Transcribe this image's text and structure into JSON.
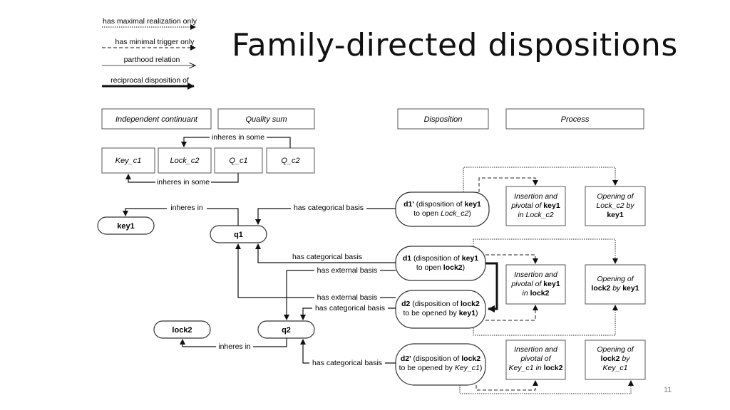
{
  "title": "Family-directed dispositions",
  "page_number": "11",
  "legend": {
    "maximal_realization": "has maximal realization only",
    "minimal_trigger": "has minimal trigger only",
    "parthood": "parthood relation",
    "reciprocal": "reciprocal disposition of"
  },
  "headers": {
    "independent_continuant": "Independent continuant",
    "quality_sum": "Quality sum",
    "disposition": "Disposition",
    "process": "Process"
  },
  "classes": {
    "key_c1": "Key_c1",
    "lock_c2": "Lock_c2",
    "q_c1": "Q_c1",
    "q_c2": "Q_c2"
  },
  "instances": {
    "key1": "key1",
    "q1": "q1",
    "lock2": "lock2",
    "q2": "q2"
  },
  "dispositions": {
    "d1p": {
      "l1_bold": "d1'",
      "l1_text": " (disposition of ",
      "l1_bold2": "key1",
      "l2_text": "to open ",
      "l2_ital": "Lock_c2",
      "l2_end": ")"
    },
    "d1": {
      "l1_bold": "d1",
      "l1_text": " (disposition of ",
      "l1_bold2": "key1",
      "l2_text": "to open ",
      "l2_bold": "lock2",
      "l2_end": ")"
    },
    "d2": {
      "l1_bold": "d2",
      "l1_text": " (disposition of ",
      "l1_bold2": "lock2",
      "l2_text": "to be opened by ",
      "l2_bold": "key1",
      "l2_end": ")"
    },
    "d2p": {
      "l1_bold": "d2'",
      "l1_text": " (disposition of ",
      "l1_bold2": "lock2",
      "l2_text": "to be opened by ",
      "l2_ital": "Key_c1",
      "l2_end": ")"
    }
  },
  "processes": {
    "p1": {
      "l1": "Insertion and",
      "l2a": "pivotal of ",
      "l2b": "key1",
      "l3": "in Lock_c2"
    },
    "p2": {
      "l1": "Opening of",
      "l2": "Lock_c2 by",
      "l3": "key1"
    },
    "p3": {
      "l1": "Insertion and",
      "l2a": "pivotal of ",
      "l2b": "key1",
      "l3a": "in ",
      "l3b": "lock2"
    },
    "p4": {
      "l1": "Opening of",
      "l2a": "lock2",
      "l2b": " by ",
      "l2c": "key1"
    },
    "p5": {
      "l1": "Insertion and",
      "l2": "pivotal of",
      "l3a": "Key_c1",
      "l3b": " in ",
      "l3c": "lock2"
    },
    "p6": {
      "l1": "Opening of",
      "l2a": "lock2",
      "l2b": " by",
      "l3": "Key_c1"
    }
  },
  "edges": {
    "inheres_in_some_top": "inheres in some",
    "inheres_in_some_bottom": "inheres in some",
    "inheres_in_key1": "inheres in",
    "has_categorical_basis_d1p": "has categorical basis",
    "has_categorical_basis_d1": "has categorical basis",
    "has_external_basis_d1": "has external basis",
    "has_external_basis_d2": "has external basis",
    "has_categorical_basis_d2": "has categorical basis",
    "inheres_in_lock2": "inheres in",
    "has_categorical_basis_d2p": "has categorical basis"
  }
}
